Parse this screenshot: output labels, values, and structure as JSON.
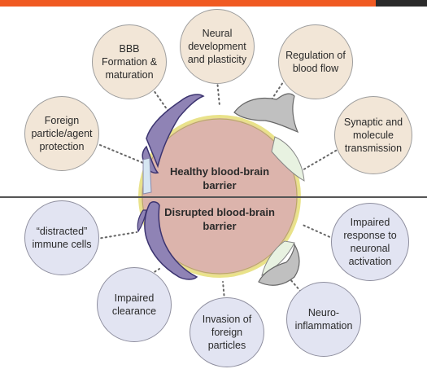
{
  "colors": {
    "header_bar": "#f05a22",
    "healthy_circle": "#f2e6d7",
    "disrupted_circle": "#e2e4f2",
    "center_fill": "#dcb4ac",
    "center_border": "#e9e28a",
    "astrocyte_foot": "#8f83b5",
    "pericyte": "#c0c0c0",
    "divider": "#555555"
  },
  "center": {
    "healthy_label": "Healthy blood-brain\nbarrier",
    "disrupted_label": "Disrupted blood-brain\nbarrier"
  },
  "healthy_functions": [
    {
      "label": "Foreign\nparticle/agent\nprotection"
    },
    {
      "label": "BBB\nFormation &\nmaturation"
    },
    {
      "label": "Neural\ndevelopment\nand plasticity"
    },
    {
      "label": "Regulation of\nblood flow"
    },
    {
      "label": "Synaptic and\nmolecule\ntransmission"
    }
  ],
  "disrupted_outcomes": [
    {
      "label": "“distracted”\nimmune cells"
    },
    {
      "label": "Impaired\nclearance"
    },
    {
      "label": "Invasion of\nforeign\nparticles"
    },
    {
      "label": "Neuro-\ninflammation"
    },
    {
      "label": "Impaired\nresponse to\nneuronal\nactivation"
    }
  ]
}
